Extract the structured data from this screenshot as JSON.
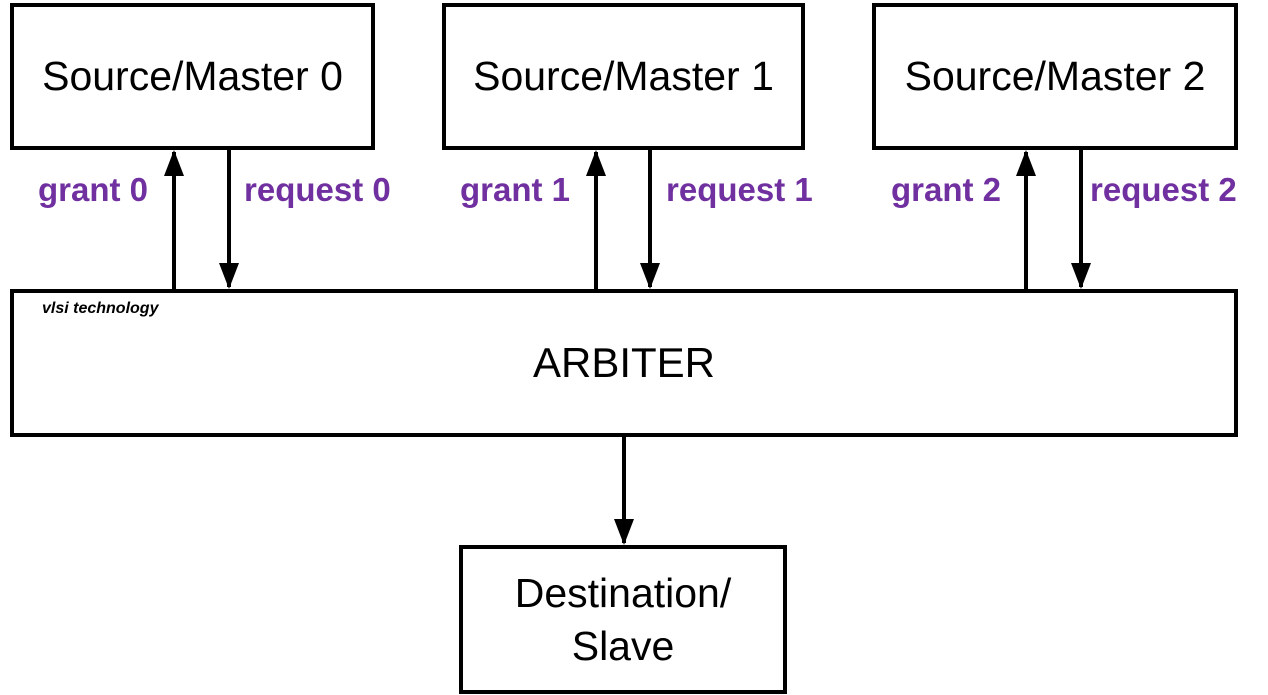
{
  "masters": [
    {
      "label": "Source/Master 0",
      "grant": "grant 0",
      "request": "request 0"
    },
    {
      "label": "Source/Master 1",
      "grant": "grant 1",
      "request": "request 1"
    },
    {
      "label": "Source/Master 2",
      "grant": "grant 2",
      "request": "request 2"
    }
  ],
  "arbiter": {
    "label": "ARBITER",
    "watermark": "vlsi technology"
  },
  "destination": {
    "line1": "Destination/",
    "line2": "Slave"
  },
  "colors": {
    "signal_label": "#7030a0",
    "stroke": "#000000"
  }
}
